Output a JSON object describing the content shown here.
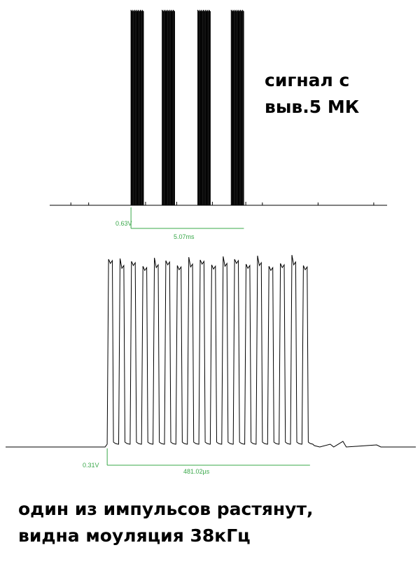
{
  "caption_top": {
    "line1": "сигнал с",
    "line2": "выв.5 МК"
  },
  "caption_bottom": {
    "line1": "один из импульсов растянут,",
    "line2": "видна моуляция 38кГц"
  },
  "colors": {
    "trace": "#000000",
    "marker": "#3aa84a",
    "background": "#ffffff"
  },
  "chart_data": [
    {
      "type": "line",
      "title": "",
      "xlabel": "",
      "ylabel": "",
      "grid": false,
      "legend": "none",
      "trigger_label": "0.63V",
      "span_label": "5.07ms",
      "span_ms": 5.07,
      "burst_count": 4,
      "bursts_start_ms": [
        0.0,
        1.4,
        3.0,
        4.5
      ],
      "burst_width_ms": 0.56,
      "xlim_ms": [
        -3.65,
        11.5
      ]
    },
    {
      "type": "line",
      "title": "",
      "xlabel": "",
      "ylabel": "",
      "grid": false,
      "legend": "none",
      "trigger_label": "0.31V",
      "span_label": "481.02µs",
      "span_us": 481.02,
      "pulse_count": 18,
      "modulation_kHz": 38,
      "xlim_us": [
        -241,
        732
      ]
    }
  ]
}
